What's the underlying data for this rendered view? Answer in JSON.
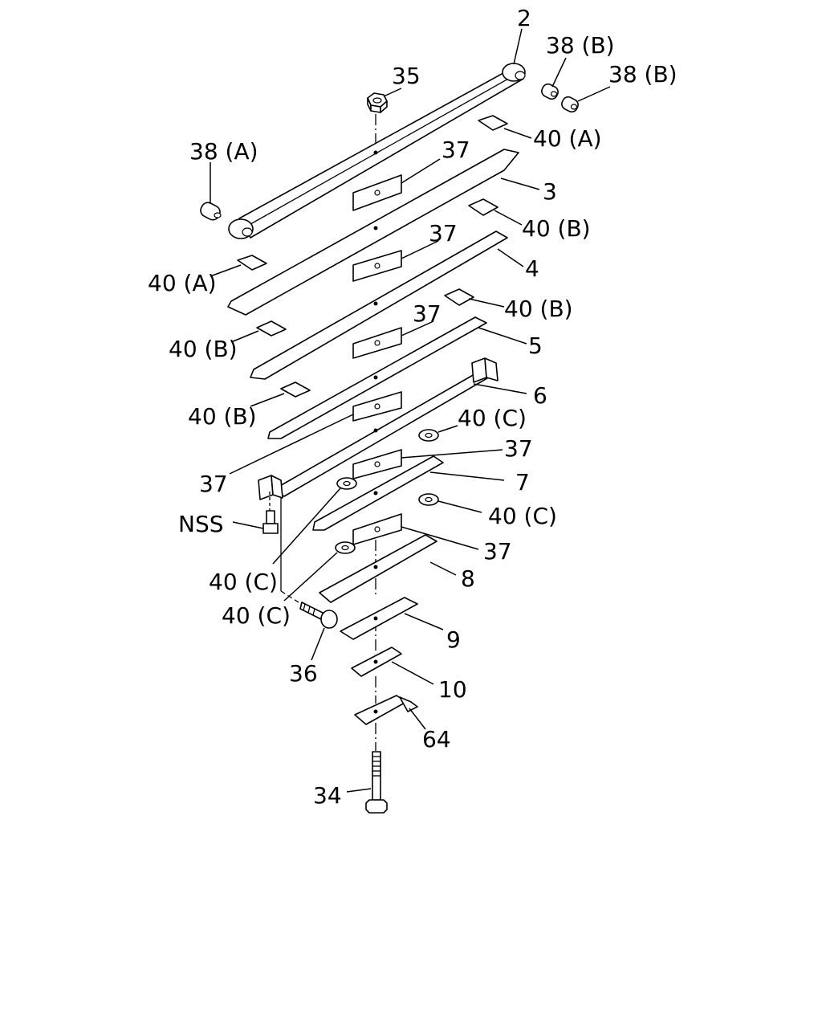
{
  "labels": {
    "p2": "2",
    "p38b_1": "38 (B)",
    "p38b_2": "38 (B)",
    "p35": "35",
    "p40a_top": "40 (A)",
    "p37_1": "37",
    "p38a": "38 (A)",
    "p3": "3",
    "p40b_r1": "40 (B)",
    "p37_2": "37",
    "p4": "4",
    "p40a_left": "40 (A)",
    "p40b_r2": "40 (B)",
    "p37_3": "37",
    "p5": "5",
    "p40b_l1": "40 (B)",
    "p6": "6",
    "p40b_l2": "40 (B)",
    "p40c_r1": "40 (C)",
    "p37_4": "37",
    "p37_left": "37",
    "p7": "7",
    "nss": "NSS",
    "p40c_r2": "40 (C)",
    "p37_5": "37",
    "p40c_l1": "40 (C)",
    "p8": "8",
    "p40c_l2": "40 (C)",
    "p9": "9",
    "p36": "36",
    "p10": "10",
    "p64": "64",
    "p34": "34"
  }
}
